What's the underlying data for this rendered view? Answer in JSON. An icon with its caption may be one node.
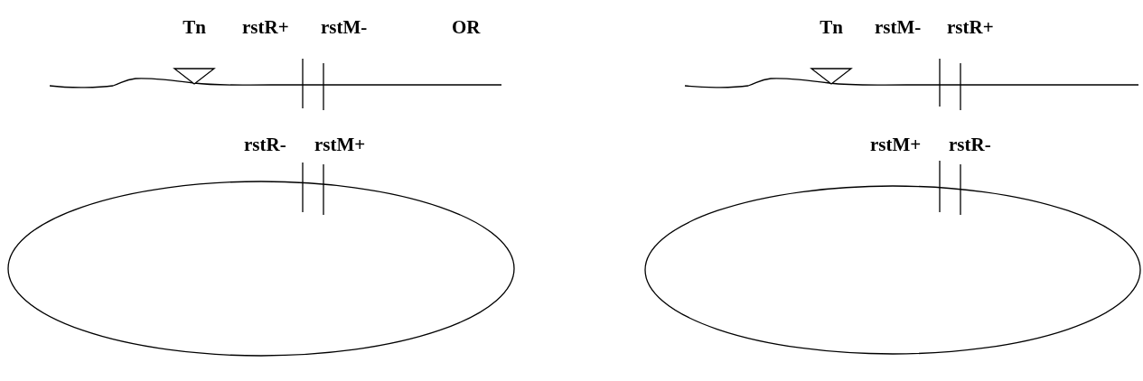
{
  "diagram": {
    "nodes": [
      {
        "text": [
          "Tn"
        ]
      },
      {
        "text": [
          "Tn"
        ]
      },
      {
        "text": [],
        "shape": "ellipse"
      },
      {
        "text": [],
        "shape": "ellipse"
      }
    ],
    "labels": [
      "rstR+",
      "rstM-",
      "OR",
      "rstM-",
      "rstR+",
      "rstR-",
      "rstM+",
      "rstM+",
      "rstR-"
    ]
  }
}
